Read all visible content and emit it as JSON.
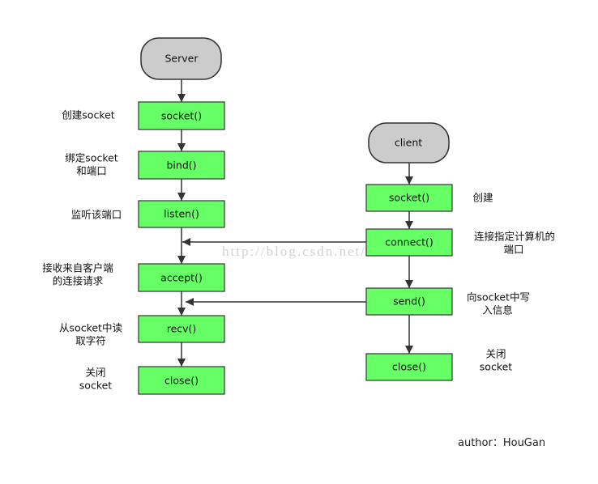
{
  "colors": {
    "step_fill": "#66ff66",
    "terminal_fill": "#cccccc",
    "line": "#333333"
  },
  "server": {
    "label": "Server",
    "steps": [
      {
        "label": "socket()",
        "note": [
          "创建socket"
        ]
      },
      {
        "label": "bind()",
        "note": [
          "绑定socket",
          "和端口"
        ]
      },
      {
        "label": "listen()",
        "note": [
          "监听该端口"
        ]
      },
      {
        "label": "accept()",
        "note": [
          "接收来自客户端",
          "的连接请求"
        ]
      },
      {
        "label": "recv()",
        "note": [
          "从socket中读",
          "取字符"
        ]
      },
      {
        "label": "close()",
        "note": [
          "关闭",
          "socket"
        ]
      }
    ]
  },
  "client": {
    "label": "client",
    "steps": [
      {
        "label": "socket()",
        "note": [
          "创建"
        ]
      },
      {
        "label": "connect()",
        "note": [
          "连接指定计算机的",
          "端口"
        ]
      },
      {
        "label": "send()",
        "note": [
          "向socket中写",
          "入信息"
        ]
      },
      {
        "label": "close()",
        "note": [
          "关闭",
          "socket"
        ]
      }
    ]
  },
  "watermark": "http://blog.csdn.net/",
  "author": "author：HouGan"
}
